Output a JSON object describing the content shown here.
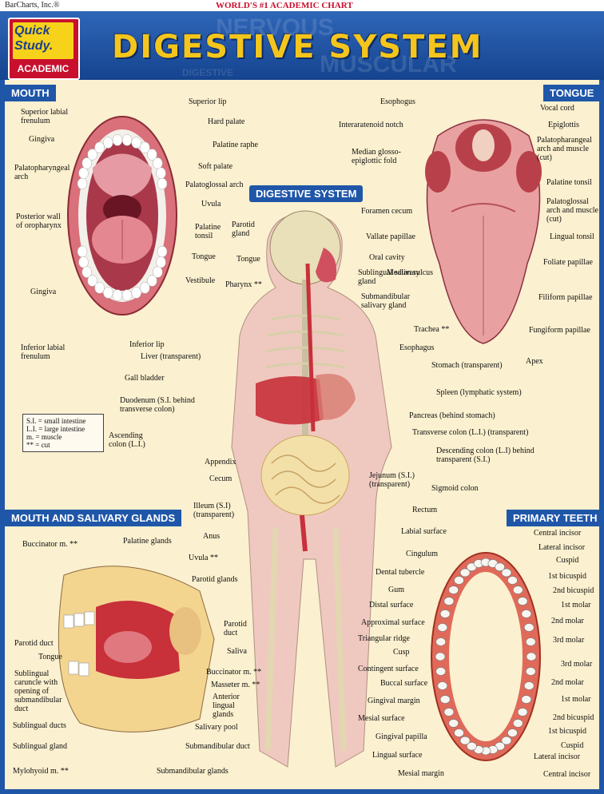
{
  "header": {
    "publisher": "BarCharts, Inc.®",
    "tagline": "WORLD'S #1 ACADEMIC CHART",
    "logo_line1": "Quick",
    "logo_line2": "Study.",
    "logo_line3": "ACADEMIC",
    "title": "DIGESTIVE SYSTEM",
    "ghost_words": [
      "DIGESTIVE",
      "NERVOUS",
      "MUSCULAR"
    ]
  },
  "sections": {
    "mouth": "MOUTH",
    "tongue": "TONGUE",
    "digestive": "DIGESTIVE SYSTEM",
    "salivary": "MOUTH AND SALIVARY GLANDS",
    "teeth": "PRIMARY TEETH"
  },
  "mouth_labels": {
    "superior_labial_frenulum": "Superior labial frenulum",
    "superior_lip": "Superior lip",
    "hard_palate": "Hard palate",
    "gingiva_top": "Gingiva",
    "palatine_raphe": "Palatine raphe",
    "palatopharyngeal_arch": "Palatopharyngeal arch",
    "soft_palate": "Soft palate",
    "palatoglossal_arch": "Palatoglossal arch",
    "uvula": "Uvula",
    "posterior_wall": "Posterior wall of oropharynx",
    "palatine_tonsil": "Palatine tonsil",
    "tongue": "Tongue",
    "vestibule": "Vestibule",
    "gingiva_bottom": "Gingiva",
    "inferior_labial_frenulum": "Inferior labial frenulum",
    "inferior_lip": "Inferior lip"
  },
  "tongue_labels": {
    "esophogus": "Esophogus",
    "vocal_cord": "Vocal cord",
    "interaratenoid_notch": "Interaratenoid notch",
    "epiglottis": "Epiglottis",
    "median_glosso": "Median glosso-epiglottic fold",
    "palatopharangeal": "Palatopharangeal arch and muscle (cut)",
    "palatine_tonsil": "Palatine tonsil",
    "foramen_cecum": "Foramen cecum",
    "palatoglossal": "Palatoglossal arch and muscle (cut)",
    "vallate_papillae": "Vallate papillae",
    "lingual_tonsil": "Lingual tonsil",
    "median_sulcus": "Median sulcus",
    "foliate_papillae": "Foliate papillae",
    "filiform_papillae": "Filiform papillae",
    "fungiform_papillae": "Fungiform papillae",
    "apex": "Apex"
  },
  "digestive_labels": {
    "parotid_gland": "Parotid gland",
    "tongue": "Tongue",
    "oral_cavity": "Oral cavity",
    "pharynx": "Pharynx **",
    "sublingual": "Sublingual salivary gland",
    "submandibular": "Submandibular salivary gland",
    "trachea": "Trachea **",
    "liver": "Liver (transparent)",
    "esophagus": "Esophagus",
    "stomach": "Stomach (transparent)",
    "gall_bladder": "Gall bladder",
    "spleen": "Spleen (lymphatic system)",
    "duodenum": "Duodenum (S.I. behind transverse colon)",
    "pancreas": "Pancreas (behind stomach)",
    "transverse_colon": "Transverse colon (L.I.) (transparent)",
    "ascending_colon": "Ascending colon (L.I.)",
    "descending_colon": "Descending colon (L.I) behind transparent (S.I.)",
    "appendix": "Appendix",
    "jejunum": "Jejunum (S.I.) (transparent)",
    "cecum": "Cecum",
    "sigmoid_colon": "Sigmoid colon",
    "ileum": "Illeum (S.I) (transparent)",
    "rectum": "Rectum",
    "anus": "Anus"
  },
  "legend": {
    "si": "S.I. = small intestine",
    "li": "L.I. = large intestine",
    "m": "m. = muscle",
    "cut": "** = cut"
  },
  "salivary_labels": {
    "buccinator_top": "Buccinator m. **",
    "palatine_glands": "Palatine glands",
    "uvula": "Uvula **",
    "parotid_glands": "Parotid glands",
    "parotid_duct_right": "Parotid duct",
    "parotid_duct_left": "Parotid duct",
    "saliva": "Saliva",
    "tongue": "Tongue",
    "sublingual_caruncle": "Sublingual caruncle with opening of submandibular duct",
    "buccinator_bottom": "Buccinator m. **",
    "masseter": "Masseter m. **",
    "anterior_lingual": "Anterior lingual glands",
    "sublingual_ducts": "Sublingual ducts",
    "salivary_pool": "Salivary pool",
    "sublingual_gland": "Sublingual gland",
    "submandibular_duct": "Submandibular duct",
    "mylohyoid": "Mylohyoid m. **",
    "submandibular_glands": "Submandibular glands"
  },
  "teeth_left": {
    "labial_surface": "Labial surface",
    "cingulum": "Cingulum",
    "dental_tubercle": "Dental tubercle",
    "gum": "Gum",
    "distal_surface": "Distal surface",
    "approximal_surface": "Approximal surface",
    "triangular_ridge": "Triangular ridge",
    "cusp": "Cusp",
    "contingent_surface": "Contingent surface",
    "buccal_surface": "Buccal surface",
    "gingival_margin": "Gingival margin",
    "mesial_surface": "Mesial surface",
    "gingival_papilla": "Gingival papilla",
    "lingual_surface": "Lingual surface",
    "mesial_margin": "Mesial margin"
  },
  "teeth_right": {
    "central_incisor_top": "Central incisor",
    "lateral_incisor_top": "Lateral incisor",
    "cuspid_top": "Cuspid",
    "bicuspid1_top": "1st bicuspid",
    "bicuspid2_top": "2nd bicuspid",
    "molar1_top": "1st molar",
    "molar2_top": "2nd molar",
    "molar3_top": "3rd molar",
    "molar3_bottom": "3rd molar",
    "molar2_bottom": "2nd molar",
    "molar1_bottom": "1st molar",
    "bicuspid2_bottom": "2nd bicuspid",
    "bicuspid1_bottom": "1st bicuspid",
    "cuspid_bottom": "Cuspid",
    "lateral_incisor_bottom": "Lateral incisor",
    "central_incisor_bottom": "Central incisor"
  },
  "colors": {
    "header_blue": "#1f56a8",
    "title_yellow": "#f4c51c",
    "background": "#fbf0cf",
    "tissue_red": "#c8303a",
    "tissue_pink": "#e8a0a0"
  }
}
